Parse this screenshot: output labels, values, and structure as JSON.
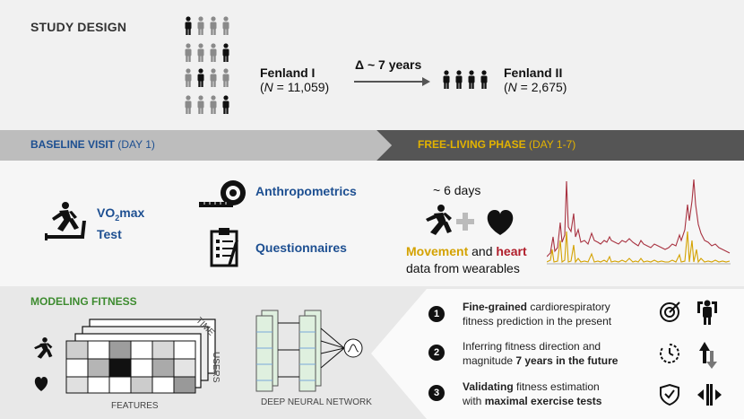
{
  "study_design": {
    "title": "STUDY DESIGN",
    "cohort1": {
      "name": "Fenland I",
      "n_var": "N",
      "n_value": " = 11,059)"
    },
    "delta_label": "Δ ~ 7 years",
    "cohort2": {
      "name": "Fenland II",
      "n_var": "N",
      "n_value": " = 2,675)"
    }
  },
  "banner": {
    "baseline_bold": "BASELINE VISIT",
    "baseline_rest": " (DAY 1)",
    "freeliving_bold": "FREE-LIVING PHASE",
    "freeliving_rest": " (DAY 1-7)"
  },
  "baseline": {
    "vo2_a": "VO",
    "vo2_sub": "2",
    "vo2_b": "max",
    "vo2_test": "Test",
    "anthropometrics": "Anthropometrics",
    "questionnaires": "Questionnaires"
  },
  "freeliving": {
    "days": "~ 6 days",
    "movement": "Movement",
    "and": " and ",
    "heart": "heart",
    "wearables": "data from wearables"
  },
  "modeling": {
    "title": "MODELING FITNESS",
    "time": "TIME",
    "users": "USERS",
    "features": "FEATURES",
    "dnn": "DEEP NEURAL NETWORK",
    "steps": [
      {
        "num": "1",
        "bold": "Fine-grained",
        "line1": " cardiorespiratory",
        "line2": "fitness prediction in the present"
      },
      {
        "num": "2",
        "line1": "Inferring fitness direction and",
        "line2a": "magnitude ",
        "line2b": "7 years in the future"
      },
      {
        "num": "3",
        "bold": "Validating",
        "line1": " fitness estimation",
        "line2a": "with ",
        "line2b": "maximal exercise tests"
      }
    ]
  },
  "colors": {
    "blue": "#1d4f91",
    "gold": "#d4a200",
    "red": "#b01e2b",
    "green": "#3d8b2f"
  }
}
